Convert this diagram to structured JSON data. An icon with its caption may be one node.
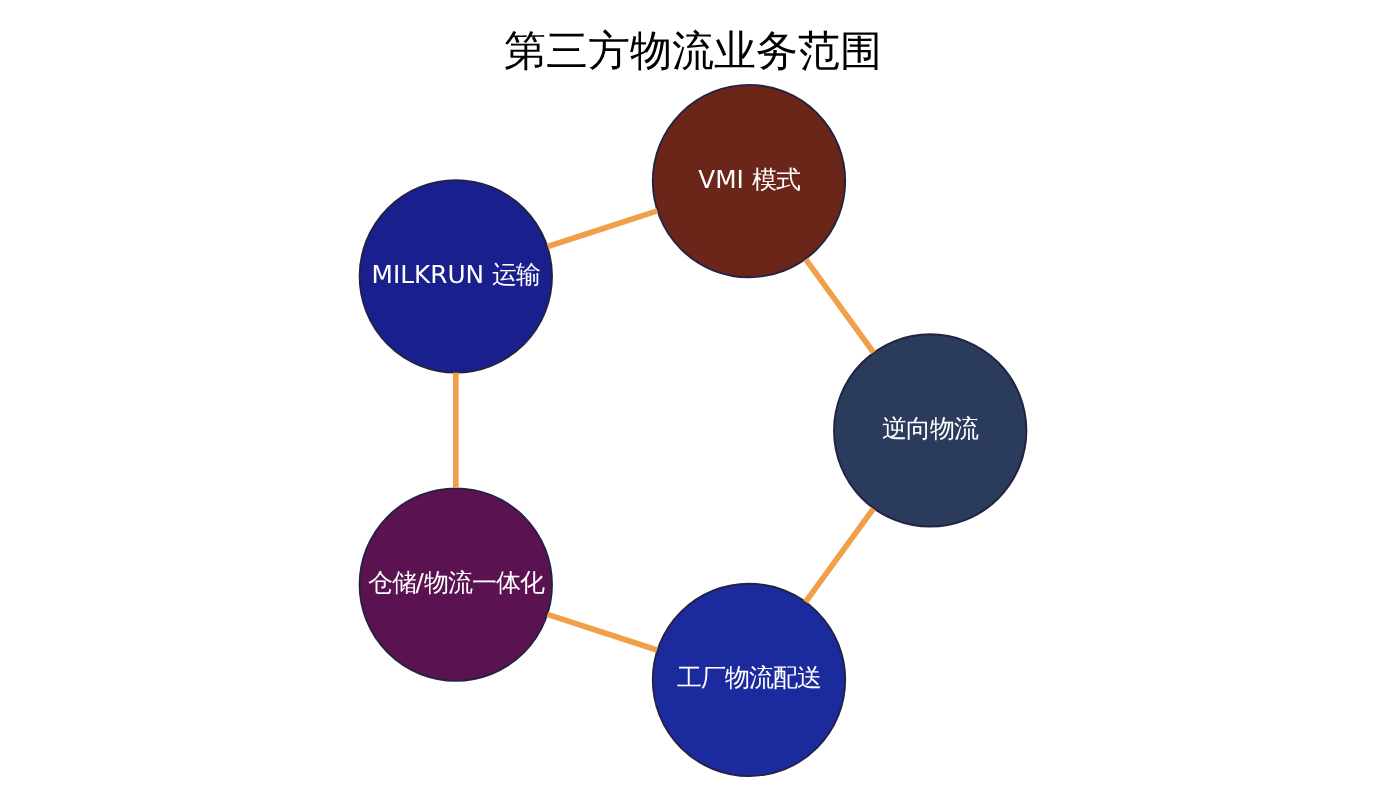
{
  "diagram": {
    "title": "第三方物流业务范围",
    "nodes": [
      {
        "text": [
          "工厂物流配送"
        ]
      },
      {
        "text": [
          "仓储/物流一体化"
        ]
      },
      {
        "text": [
          "逆向物流"
        ]
      },
      {
        "text": [
          "MILKRUN 运输"
        ]
      },
      {
        "text": [
          "VMI 模式"
        ]
      }
    ],
    "edges": [
      {
        "from": 2,
        "to": 0,
        "arrow": "none",
        "color": "#f0a04a"
      },
      {
        "from": 0,
        "to": 1,
        "arrow": "none",
        "color": "#f0a04a"
      },
      {
        "from": 1,
        "to": 3,
        "arrow": "none",
        "color": "#f0a04a"
      },
      {
        "from": 3,
        "to": 4,
        "arrow": "none",
        "color": "#f0a04a"
      },
      {
        "from": 4,
        "to": 2,
        "arrow": "none",
        "color": "#f0a04a"
      }
    ]
  }
}
